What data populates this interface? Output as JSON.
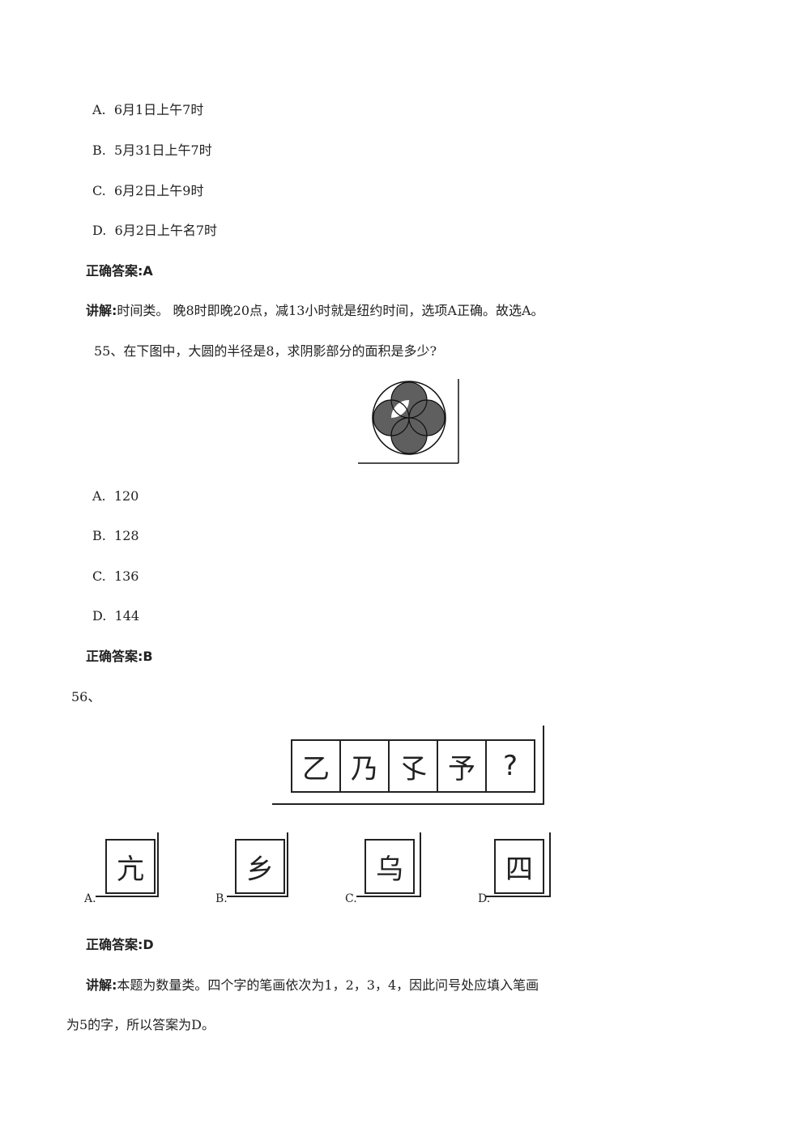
{
  "q54": {
    "options": [
      {
        "letter": "A.",
        "text": "6月1日上午7时"
      },
      {
        "letter": "B.",
        "text": "5月31日上午7时"
      },
      {
        "letter": "C.",
        "text": "6月2日上午9时"
      },
      {
        "letter": "D.",
        "text": "6月2日上午名7时"
      }
    ],
    "answer_label": "正确答案:",
    "answer_value": "A",
    "explain_label": "讲解:",
    "explain_text": "时间类。 晚8时即晚20点，减13小时就是纽约时间，选项A正确。故选A。"
  },
  "q55": {
    "question": "55、在下图中，大圆的半径是8，求阴影部分的面积是多少?",
    "options": [
      {
        "letter": "A.",
        "text": "120"
      },
      {
        "letter": "B.",
        "text": "128"
      },
      {
        "letter": "C.",
        "text": "136"
      },
      {
        "letter": "D.",
        "text": "144"
      }
    ],
    "answer_label": "正确答案:",
    "answer_value": "B",
    "figure_colors": {
      "shade": "#5f5f5f",
      "line": "#111111"
    }
  },
  "q56": {
    "number": "56、",
    "sequence": [
      "乙",
      "乃",
      "孓",
      "予",
      "?"
    ],
    "choices": [
      {
        "letter": "A.",
        "char": "亢"
      },
      {
        "letter": "B.",
        "char": "乡"
      },
      {
        "letter": "C.",
        "char": "乌"
      },
      {
        "letter": "D.",
        "char": "四"
      }
    ],
    "answer_label": "正确答案:",
    "answer_value": "D",
    "explain_label": "讲解:",
    "explain_line1": "本题为数量类。四个字的笔画依次为1，2，3，4，因此问号处应填入笔画",
    "explain_line2": "为5的字，所以答案为D。"
  }
}
